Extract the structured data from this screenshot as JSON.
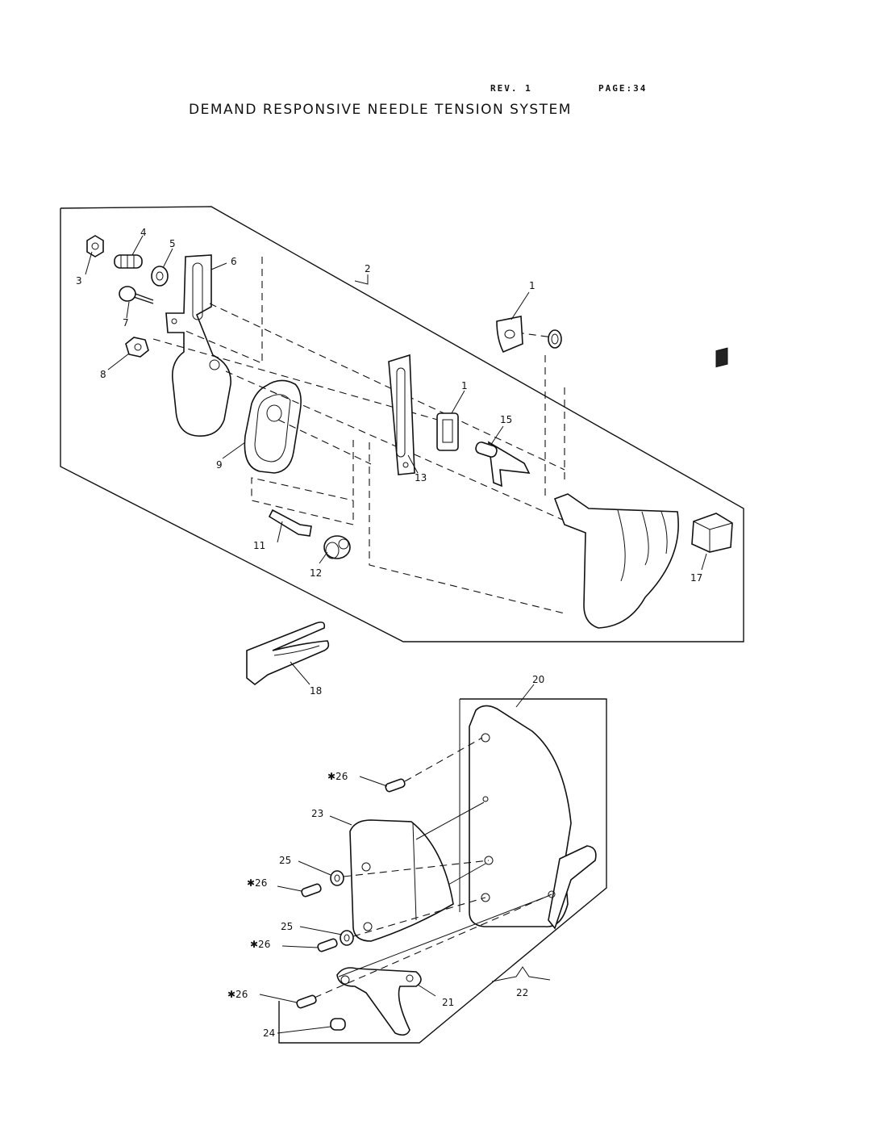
{
  "header": {
    "rev": "REV. 1",
    "page": "PAGE:34",
    "title": "DEMAND RESPONSIVE NEEDLE TENSION SYSTEM"
  },
  "callouts": {
    "c1a": "1",
    "c1b": "1",
    "c2": "2",
    "c3": "3",
    "c4": "4",
    "c5": "5",
    "c6": "6",
    "c7": "7",
    "c8": "8",
    "c9": "9",
    "c11": "11",
    "c12": "12",
    "c13": "13",
    "c15": "15",
    "c17": "17",
    "c18": "18",
    "c20": "20",
    "c21": "21",
    "c22": "22",
    "c23": "23",
    "c24": "24",
    "c25a": "25",
    "c25b": "25",
    "c26a": "✱26",
    "c26b": "✱26",
    "c26c": "✱26",
    "c26d": "✱26"
  }
}
